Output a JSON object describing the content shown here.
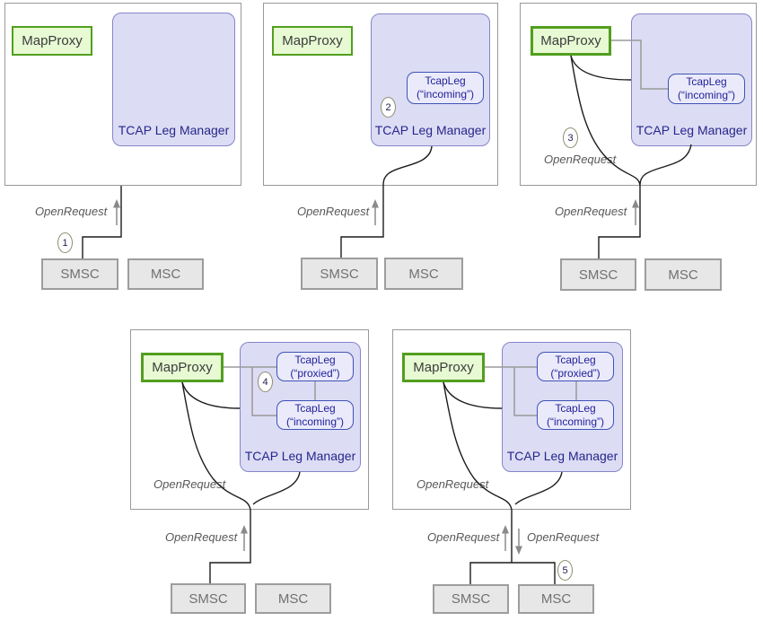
{
  "colors": {
    "map_proxy_fill": "#e7fad3",
    "map_proxy_border": "#529e1f",
    "manager_fill": "#dcdcf4",
    "manager_border": "#8585cb",
    "leg_fill": "#eaeafb",
    "leg_border": "#3f54b4",
    "leg_text": "#22229a",
    "manager_text": "#26268c",
    "node_fill": "#e7e7e7",
    "node_border": "#9d9d9d",
    "node_text": "#717171",
    "flow_line": "#1c1c1c",
    "connector_line": "#9a9a9a",
    "arrow": "#8a8a8a",
    "label_text": "#585858",
    "boundary_border": "#999999"
  },
  "panels": [
    {
      "step": "1",
      "map_proxy": "MapProxy",
      "manager": "TCAP Leg Manager",
      "legs": [],
      "smsc": "SMSC",
      "msc": "MSC",
      "open_request": "OpenRequest"
    },
    {
      "step": "2",
      "map_proxy": "MapProxy",
      "manager": "TCAP Leg Manager",
      "legs": [
        {
          "name": "TcapLeg",
          "instance": "(“incoming”)"
        }
      ],
      "smsc": "SMSC",
      "msc": "MSC",
      "open_request": "OpenRequest"
    },
    {
      "step": "3",
      "map_proxy": "MapProxy",
      "manager": "TCAP Leg Manager",
      "legs": [
        {
          "name": "TcapLeg",
          "instance": "(“incoming”)"
        }
      ],
      "smsc": "SMSC",
      "msc": "MSC",
      "open_request_inner": "OpenRequest",
      "open_request": "OpenRequest"
    },
    {
      "step": "4",
      "map_proxy": "MapProxy",
      "manager": "TCAP Leg Manager",
      "legs": [
        {
          "name": "TcapLeg",
          "instance": "(“proxied”)"
        },
        {
          "name": "TcapLeg",
          "instance": "(“incoming”)"
        }
      ],
      "smsc": "SMSC",
      "msc": "MSC",
      "open_request_inner": "OpenRequest",
      "open_request": "OpenRequest"
    },
    {
      "step": "5",
      "map_proxy": "MapProxy",
      "manager": "TCAP Leg Manager",
      "legs": [
        {
          "name": "TcapLeg",
          "instance": "(“proxied”)"
        },
        {
          "name": "TcapLeg",
          "instance": "(“incoming”)"
        }
      ],
      "smsc": "SMSC",
      "msc": "MSC",
      "open_request_inner": "OpenRequest",
      "open_request_left": "OpenRequest",
      "open_request_right": "OpenRequest"
    }
  ]
}
